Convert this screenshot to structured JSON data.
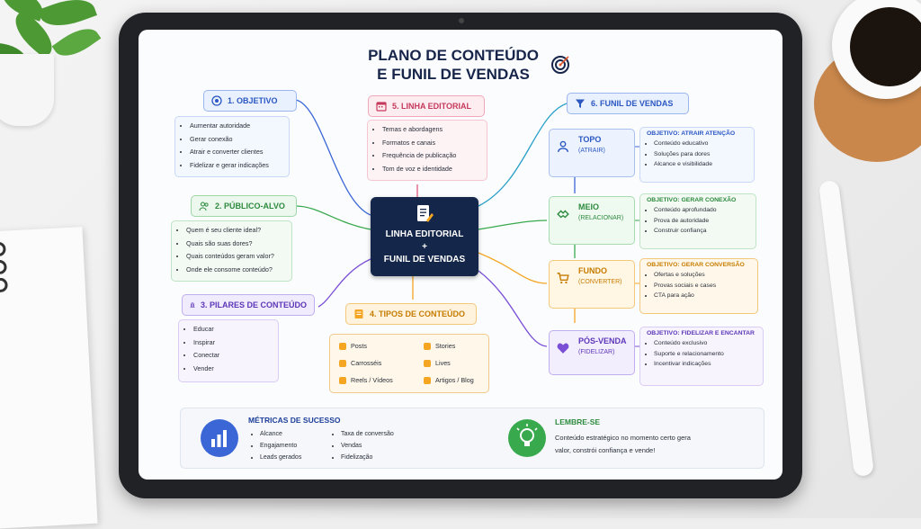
{
  "title": {
    "line1": "PLANO DE CONTEÚDO",
    "line2": "E FUNIL DE VENDAS"
  },
  "center": {
    "line1": "LINHA EDITORIAL",
    "plus": "+",
    "line2": "FUNIL DE VENDAS"
  },
  "objetivo": {
    "header": "1. OBJETIVO",
    "items": [
      "Aumentar autoridade",
      "Gerar conexão",
      "Atrair e converter clientes",
      "Fidelizar e gerar indicações"
    ]
  },
  "publico": {
    "header": "2. PÚBLICO-ALVO",
    "items": [
      "Quem é seu cliente ideal?",
      "Quais são suas dores?",
      "Quais conteúdos geram valor?",
      "Onde ele consome conteúdo?"
    ]
  },
  "pilares": {
    "header": "3. PILARES DE CONTEÚDO",
    "items": [
      "Educar",
      "Inspirar",
      "Conectar",
      "Vender"
    ]
  },
  "tipos": {
    "header": "4. TIPOS DE CONTEÚDO",
    "items": [
      "Posts",
      "Stories",
      "Carrosséis",
      "Lives",
      "Reels / Vídeos",
      "Artigos / Blog"
    ]
  },
  "linha": {
    "header": "5. LINHA EDITORIAL",
    "items": [
      "Temas e abordagens",
      "Formatos e canais",
      "Frequência de publicação",
      "Tom de voz e identidade"
    ]
  },
  "funil": {
    "header": "6. FUNIL DE VENDAS",
    "stages": [
      {
        "name": "TOPO",
        "sub": "(ATRAIR)",
        "objective": "OBJETIVO: ATRAIR ATENÇÃO",
        "items": [
          "Conteúdo educativo",
          "Soluções para dores",
          "Alcance e visibilidade"
        ]
      },
      {
        "name": "MEIO",
        "sub": "(RELACIONAR)",
        "objective": "OBJETIVO: GERAR CONEXÃO",
        "items": [
          "Conteúdo aprofundado",
          "Prova de autoridade",
          "Construir confiança"
        ]
      },
      {
        "name": "FUNDO",
        "sub": "(CONVERTER)",
        "objective": "OBJETIVO: GERAR CONVERSÃO",
        "items": [
          "Ofertas e soluções",
          "Provas sociais e cases",
          "CTA para ação"
        ]
      },
      {
        "name": "PÓS-VENDA",
        "sub": "(FIDELIZAR)",
        "objective": "OBJETIVO: FIDELIZAR E ENCANTAR",
        "items": [
          "Conteúdo exclusivo",
          "Suporte e relacionamento",
          "Incentivar indicações"
        ]
      }
    ]
  },
  "metricas": {
    "title": "MÉTRICAS DE SUCESSO",
    "col1": [
      "Alcance",
      "Engajamento",
      "Leads gerados"
    ],
    "col2": [
      "Taxa de conversão",
      "Vendas",
      "Fidelização"
    ]
  },
  "lembre": {
    "title": "LEMBRE-SE",
    "text": "Conteúdo estratégico no momento certo gera valor, constrói confiança e vende!"
  },
  "colors": {
    "navy": "#14264a",
    "blue": "#3a66d6",
    "green": "#39a94e",
    "purple": "#7a4fd6",
    "orange": "#f4a623",
    "pink": "#e05a7a",
    "cyan": "#2aa0c8"
  }
}
